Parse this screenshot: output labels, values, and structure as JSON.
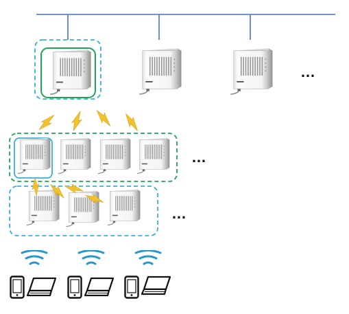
{
  "colors": {
    "backbone": "#4472c4",
    "root_group": "#3aaed8",
    "root_node": "#1fa35a",
    "mesh_group": "#1fa35a",
    "mesh_root": "#3aaed8",
    "leaf_group": "#3aaed8",
    "wireless_link": "#f2c12e",
    "wifi_signal": "#2a96c8",
    "device_outline": "#111111"
  },
  "icons": {
    "access_point": "access-point-icon",
    "wireless_link": "lightning-bolt-icon",
    "wifi": "wifi-signal-icon",
    "phone": "smartphone-icon",
    "laptop": "laptop-icon"
  },
  "tiers": {
    "wired": {
      "ap_count": 3,
      "more": "…"
    },
    "mesh": {
      "ap_count": 4,
      "more": "…"
    },
    "leaf": {
      "ap_count": 3,
      "more": "…"
    }
  },
  "clients": {
    "pair_count": 3
  }
}
